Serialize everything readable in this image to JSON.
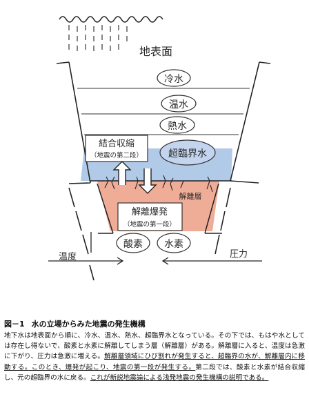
{
  "diagram": {
    "surface_label": "地表面",
    "layers": [
      "冷水",
      "温水",
      "熱水",
      "超臨界水"
    ],
    "left_box": {
      "title": "結合収縮",
      "sub": "（地震の第二段）"
    },
    "right_box": {
      "title": "解離爆発",
      "sub": "（地震の第一段）"
    },
    "dissociation_layer": "解離層",
    "oxygen": "酸素",
    "hydrogen": "水素",
    "temperature": "温度",
    "pressure": "圧力"
  },
  "caption": {
    "figure_no": "図－1",
    "title": "水の立場からみた地震の発生機構",
    "body_parts": [
      {
        "text": "地下水は地表面から順に、冷水、温水、熱水、超臨界水となっている。その下では、もはや水としては存在し得ないで、酸素と水素に解離してしまう層（解離層）がある。解離層に入ると、温度は急激に下がり、圧力は急激に増える。",
        "u": false
      },
      {
        "text": "解離層領域にひび割れが発生すると、超臨界の水が、解離層内に移動する。このとき、爆発が起こり、地震の第一段が発生する。",
        "u": true
      },
      {
        "text": "第二段では、酸素と水素が結合収縮し、元の超臨界の水に戻る。",
        "u": false
      },
      {
        "text": "これが新説地震論による浅発地震の発生機構の説明である。",
        "u": true
      }
    ]
  }
}
